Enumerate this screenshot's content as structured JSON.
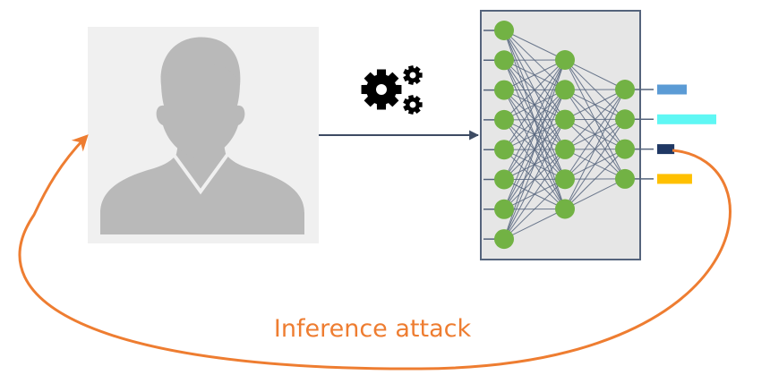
{
  "caption": "Inference attack",
  "colors": {
    "attack": "#ee7d31",
    "arrow": "#3d4b63",
    "neuron": "#72b244",
    "network_bg": "#e6e6e6",
    "network_border": "#55647c",
    "portrait_bg": "#f0f0f0",
    "silhouette": "#b9b9b9"
  },
  "icons": {
    "person": "user-silhouette-icon",
    "processing": "gears-icon"
  },
  "network": {
    "layer_sizes": [
      8,
      6,
      4
    ]
  },
  "outputs": [
    {
      "color": "#5b9bd5",
      "score": 0.5
    },
    {
      "color": "#5ff7f4",
      "score": 1.0
    },
    {
      "color": "#1f3864",
      "score": 0.29
    },
    {
      "color": "#ffc000",
      "score": 0.59
    }
  ]
}
